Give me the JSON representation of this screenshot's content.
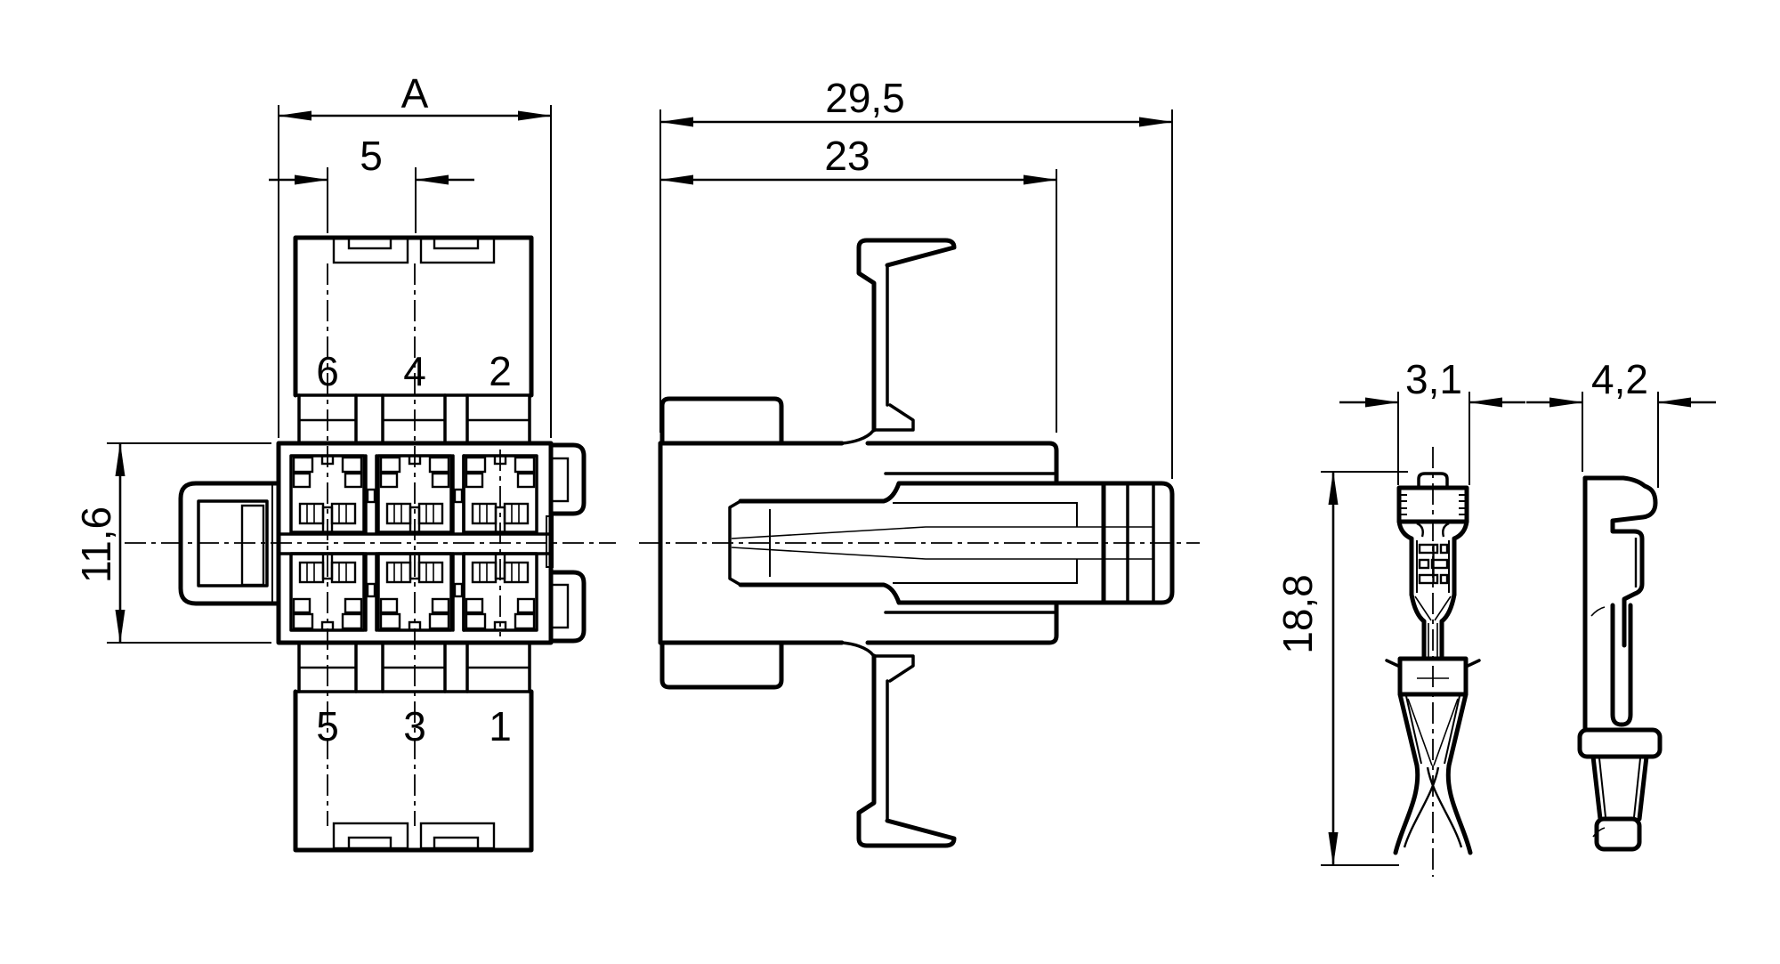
{
  "drawing": {
    "background_color": "#ffffff",
    "line_color": "#000000",
    "views": {
      "front_view": "connector-front-view",
      "side_view": "connector-side-view",
      "terminal_front": "terminal-front-view",
      "terminal_side": "terminal-side-view"
    }
  },
  "dimensions": {
    "front": {
      "width": "A",
      "pitch": "5",
      "height": "11,6"
    },
    "side": {
      "overall_length": "29,5",
      "body_length": "23"
    },
    "terminal": {
      "front_width": "3,1",
      "side_width": "4,2",
      "length": "18,8"
    }
  },
  "cavity_numbers": {
    "top_row": [
      "6",
      "4",
      "2"
    ],
    "bottom_row": [
      "5",
      "3",
      "1"
    ]
  }
}
